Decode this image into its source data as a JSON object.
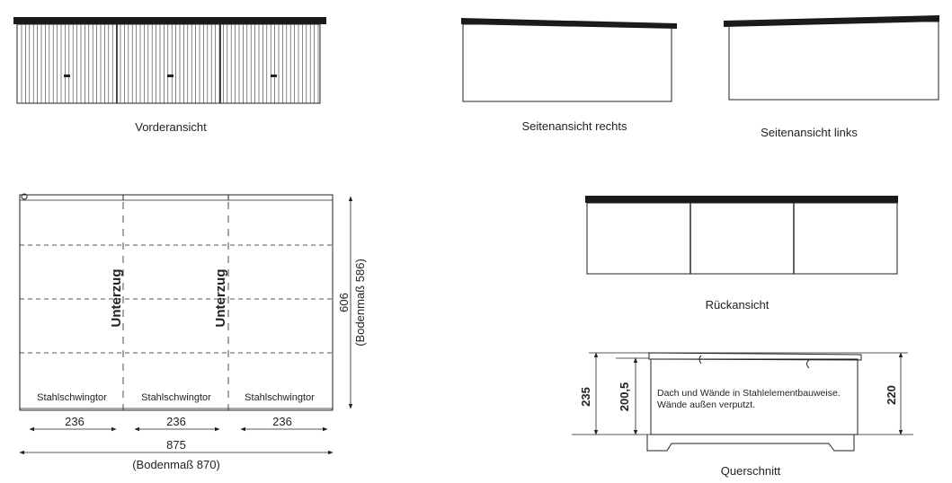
{
  "views": {
    "front": "Vorderansicht",
    "side_right": "Seitenansicht rechts",
    "side_left": "Seitenansicht links",
    "rear": "Rückansicht",
    "section": "Querschnitt"
  },
  "plan": {
    "beam_label": "Unterzug",
    "door_label": "Stahlschwingtor",
    "bay_widths": [
      "236",
      "236",
      "236"
    ],
    "total_width": "875",
    "floor_width": "(Bodenmaß 870)",
    "depth": "606",
    "floor_depth": "(Bodenmaß 586)"
  },
  "section": {
    "height_total": "235",
    "height_inner": "200,5",
    "height_right": "220",
    "note_line1": "Dach und Wände in Stahlelementbauweise.",
    "note_line2": "Wände außen verputzt."
  },
  "colors": {
    "line": "#222222",
    "roof": "#1a1a1a",
    "background": "#ffffff"
  }
}
